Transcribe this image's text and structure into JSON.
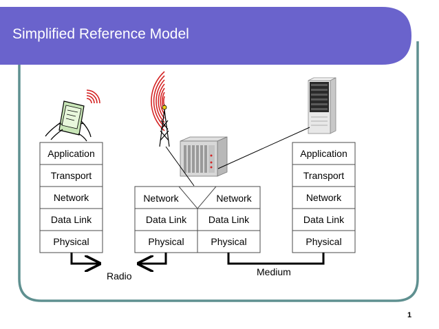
{
  "slide": {
    "title": "Simplified Reference Model",
    "page_number": "1",
    "colors": {
      "title_bar": "#6a63cc",
      "frame": "#5f9090",
      "radio_waves": "#d42424",
      "cell_border": "#4a4a4a"
    }
  },
  "stacks": {
    "left": [
      "Application",
      "Transport",
      "Network",
      "Data Link",
      "Physical"
    ],
    "middle": {
      "network": [
        "Network",
        "Network"
      ],
      "data_link": [
        "Data Link",
        "Data Link"
      ],
      "physical": [
        "Physical",
        "Physical"
      ]
    },
    "right": [
      "Application",
      "Transport",
      "Network",
      "Data Link",
      "Physical"
    ]
  },
  "links": {
    "radio": "Radio",
    "medium": "Medium"
  },
  "icons": [
    "handheld-pda-icon",
    "radio-tower-icon",
    "router-rack-icon",
    "server-tower-icon"
  ]
}
